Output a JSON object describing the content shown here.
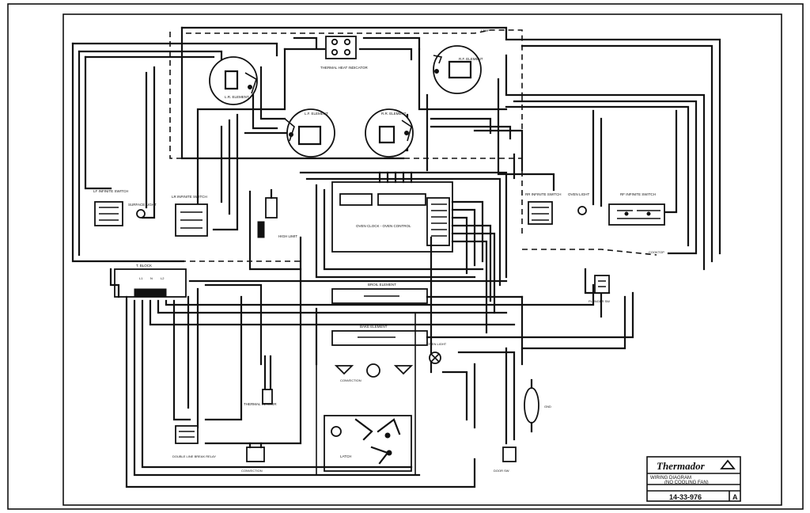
{
  "title_block": {
    "brand": "Thermador",
    "tagline": "",
    "subtitle_line1": "WIRING DIAGRAM",
    "subtitle_line2": "(NO COOLING FAN)",
    "drawing_number": "14-33-976",
    "revision": "A"
  },
  "labels": {
    "thermal_heat_indicator": "THERMAL HEAT INDICATOR",
    "rf_element": "R.F. ELEMENT",
    "lr_element": "L.R. ELEMENT",
    "lf_element": "L.F. ELEMENT",
    "rr_element": "R.R. ELEMENT",
    "lf_infinite_switch": "LF INFINITE SWITCH",
    "lr_infinite_switch": "LR INFINITE SWITCH",
    "rr_infinite_switch": "RR INFINITE SWITCH",
    "rf_infinite_switch": "RF INFINITE SWITCH",
    "surface_light": "SURFACE LIGHT",
    "oven_light": "OVEN LIGHT",
    "oven_clock_control": "OVEN CLOCK - OVEN CONTROL",
    "broil_element": "BROIL ELEMENT",
    "bake_element": "BAKE ELEMENT",
    "oven_light_switch": "OVEN LIGHT",
    "thermal_sensor": "THERMAL SENSOR",
    "latch": "LATCH",
    "terminal_block": "T. BLOCK",
    "double_line_break_relay": "DOUBLE LINE BREAK RELAY",
    "convection": "CONVECTION",
    "door_switch": "DOOR SW",
    "plunger_switch": "PLUNGER SW",
    "high_limit": "HIGH LIMIT",
    "element_lights": "CONVECTION",
    "ground": "GND",
    "rf_lamp": "LAMP",
    "cooktop_neutral": "COOKTOP"
  },
  "terminal_labels": {
    "l1": "L1",
    "n": "N",
    "l2": "L2"
  }
}
